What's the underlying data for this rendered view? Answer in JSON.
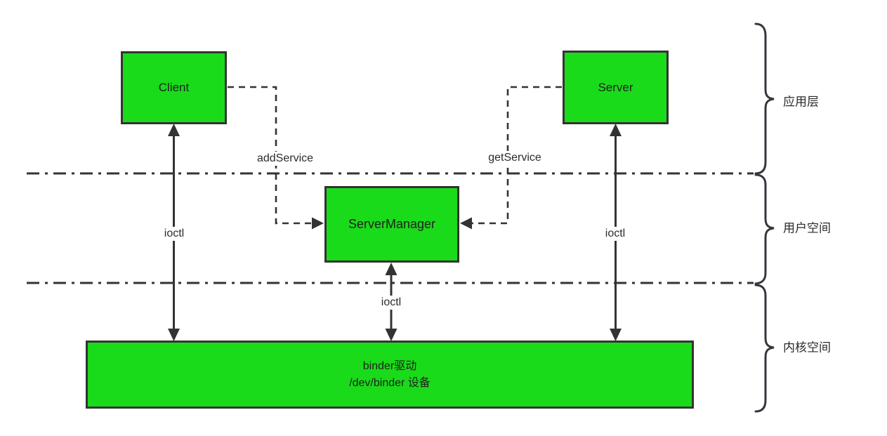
{
  "diagram": {
    "nodes": {
      "client": {
        "label": "Client"
      },
      "server": {
        "label": "Server"
      },
      "service_manager": {
        "label": "ServerManager"
      },
      "binder_driver": {
        "line1": "binder驱动",
        "line2": "/dev/binder 设备"
      }
    },
    "edges": {
      "add_service": {
        "label": "addService"
      },
      "get_service": {
        "label": "getService"
      },
      "ioctl_client": {
        "label": "ioctl"
      },
      "ioctl_manager": {
        "label": "ioctl"
      },
      "ioctl_server": {
        "label": "ioctl"
      }
    },
    "layers": {
      "application": {
        "label": "应用层"
      },
      "user_space": {
        "label": "用户空间"
      },
      "kernel_space": {
        "label": "内核空间"
      }
    },
    "colors": {
      "node_fill": "#1adb1a",
      "node_border": "#333333",
      "line": "#333333",
      "text": "#1f1f1f",
      "background": "#ffffff"
    }
  }
}
